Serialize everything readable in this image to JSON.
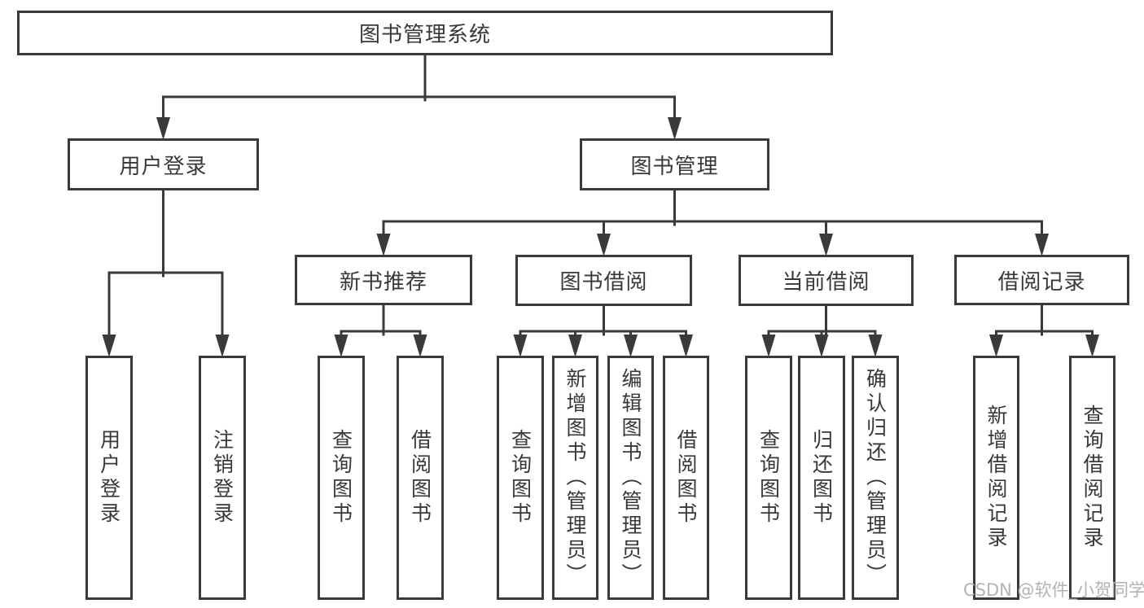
{
  "diagram": {
    "type": "hierarchy-tree",
    "title": "图书管理系统",
    "watermark": "CSDN @软件_小贺同学",
    "colors": {
      "line": "#3a3a3a",
      "box_border": "#3a3a3a",
      "text": "#383838",
      "box_background": "#ffffff",
      "page_background": "#ffffff",
      "watermark": "#b3b3b3"
    },
    "nodes": [
      {
        "id": "library-management-system",
        "label": "图书管理系统",
        "parent": null
      },
      {
        "id": "user-login",
        "label": "用户登录",
        "parent": "library-management-system"
      },
      {
        "id": "book-management",
        "label": "图书管理",
        "parent": "library-management-system"
      },
      {
        "id": "user-login-action",
        "label": "用户登录",
        "parent": "user-login"
      },
      {
        "id": "logout-action",
        "label": "注销登录",
        "parent": "user-login"
      },
      {
        "id": "new-book-recommendation",
        "label": "新书推荐",
        "parent": "book-management"
      },
      {
        "id": "book-borrowing",
        "label": "图书借阅",
        "parent": "book-management"
      },
      {
        "id": "current-borrowing",
        "label": "当前借阅",
        "parent": "book-management"
      },
      {
        "id": "borrowing-records",
        "label": "借阅记录",
        "parent": "book-management"
      },
      {
        "id": "query-books-under-recommendation",
        "label": "查询图书",
        "parent": "new-book-recommendation"
      },
      {
        "id": "borrow-books-under-recommendation",
        "label": "借阅图书",
        "parent": "new-book-recommendation"
      },
      {
        "id": "query-books-under-borrowing",
        "label": "查询图书",
        "parent": "book-borrowing"
      },
      {
        "id": "add-books-admin",
        "label": "新增图书（管理员）",
        "parent": "book-borrowing"
      },
      {
        "id": "edit-books-admin",
        "label": "编辑图书（管理员）",
        "parent": "book-borrowing"
      },
      {
        "id": "borrow-books-under-borrowing",
        "label": "借阅图书",
        "parent": "book-borrowing"
      },
      {
        "id": "query-books-under-current",
        "label": "查询图书",
        "parent": "current-borrowing"
      },
      {
        "id": "return-books",
        "label": "归还图书",
        "parent": "current-borrowing"
      },
      {
        "id": "confirm-return-admin",
        "label": "确认归还（管理员）",
        "parent": "current-borrowing"
      },
      {
        "id": "add-borrowing-record",
        "label": "新增借阅记录",
        "parent": "borrowing-records"
      },
      {
        "id": "query-borrowing-record",
        "label": "查询借阅记录",
        "parent": "borrowing-records"
      }
    ]
  }
}
